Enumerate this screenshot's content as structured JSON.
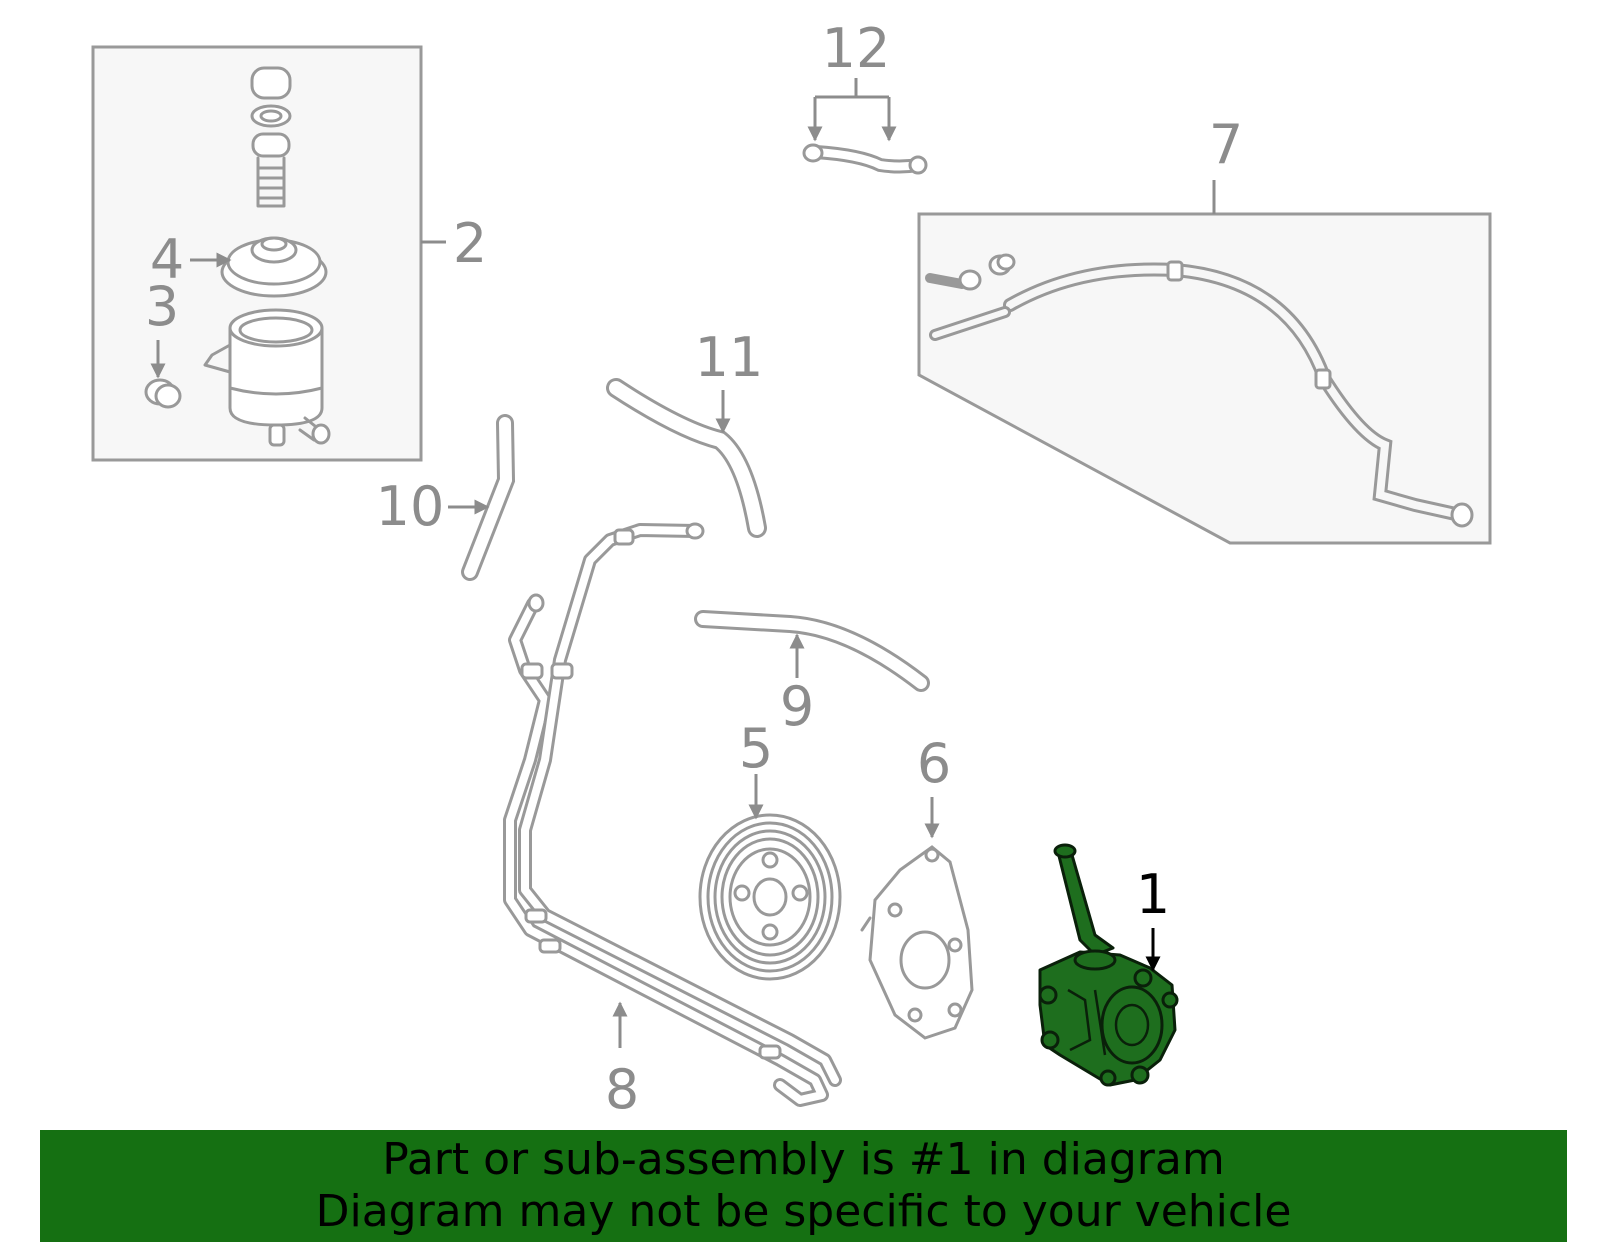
{
  "callouts": {
    "c1": "1",
    "c2": "2",
    "c3": "3",
    "c4": "4",
    "c5": "5",
    "c6": "6",
    "c7": "7",
    "c8": "8",
    "c9": "9",
    "c10": "10",
    "c11": "11",
    "c12": "12"
  },
  "highlight": {
    "part": "1",
    "color": "#157012"
  },
  "banner": {
    "line1": "Part or sub-assembly is #1 in diagram",
    "line2": "Diagram may not be specific to your vehicle",
    "background": "#157012"
  }
}
